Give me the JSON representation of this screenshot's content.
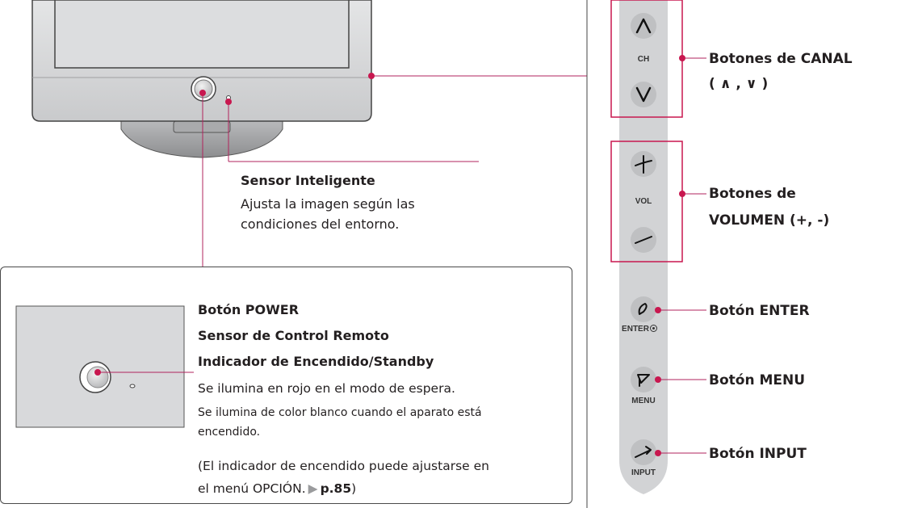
{
  "tv": {
    "sensor": {
      "title": "Sensor Inteligente",
      "desc_line1": "Ajusta  la  imagen  según  las",
      "desc_line2": "condiciones del entorno."
    }
  },
  "power_box": {
    "title1": "Botón POWER",
    "title2": "Sensor de Control Remoto",
    "title3": "Indicador de Encendido/Standby",
    "line1": "Se ilumina en rojo en el modo de espera.",
    "line2a": "Se ilumina de color blanco cuando el aparato está",
    "line2b": "encendido.",
    "note_a": "(El indicador de encendido puede ajustarse en",
    "note_b": "el menú OPCIÓN.",
    "note_link": "p.85",
    "note_end": ")"
  },
  "side_panel": {
    "ch_label": "CH",
    "vol_label": "VOL",
    "enter_label": "ENTER",
    "menu_label": "MENU",
    "input_label": "INPUT"
  },
  "callouts": {
    "channel_line1": "Botones de CANAL",
    "channel_line2": "( ∧ , ∨ )",
    "volume_line1": "Botones de",
    "volume_line2": "VOLUMEN (+, -)",
    "enter": "Botón ENTER",
    "menu": "Botón MENU",
    "input": "Botón INPUT"
  },
  "colors": {
    "callout_dot": "#c8174f",
    "callout_line": "#b1235c",
    "highlight_box": "#c8174f",
    "panel_gray": "#d2d3d5"
  }
}
